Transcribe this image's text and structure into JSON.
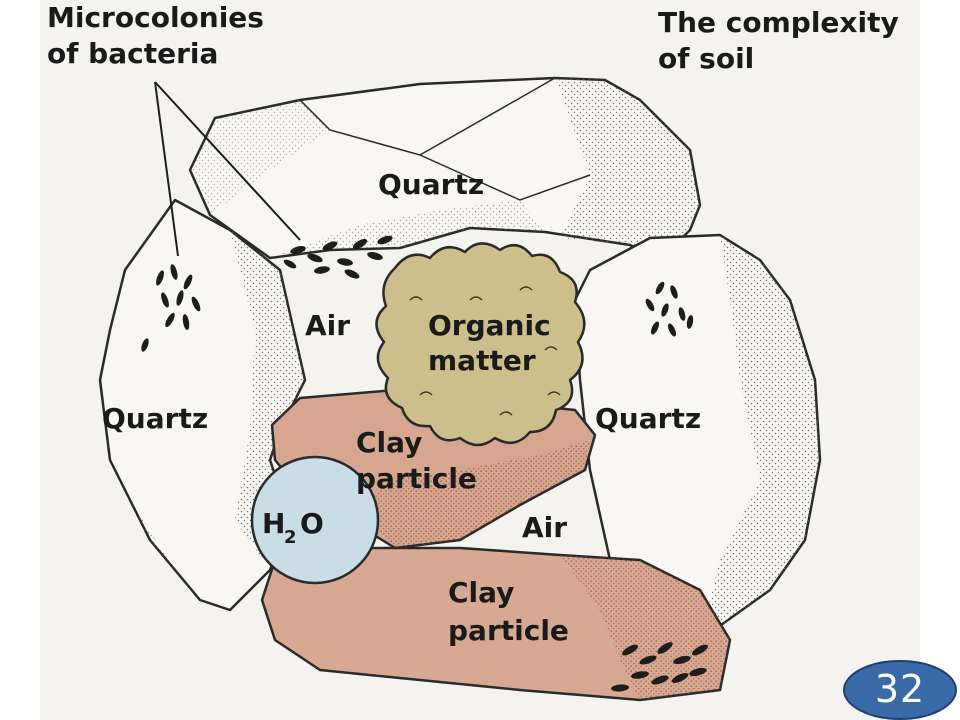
{
  "diagram": {
    "title_line1": "The complexity",
    "title_line2": "of soil",
    "callout_line1": "Microcolonies",
    "callout_line2": "of bacteria",
    "labels": {
      "quartz_top": "Quartz",
      "quartz_left": "Quartz",
      "quartz_right": "Quartz",
      "air_upper": "Air",
      "air_lower": "Air",
      "organic_line1": "Organic",
      "organic_line2": "matter",
      "clay_upper_line1": "Clay",
      "clay_upper_line2": "particle",
      "clay_lower_line1": "Clay",
      "clay_lower_line2": "particle",
      "water_h": "H",
      "water_sub": "2",
      "water_o": "O"
    }
  },
  "slide": {
    "number": "32",
    "badge_color": "#3b6aa8"
  },
  "colors": {
    "background": "#f4f3ef",
    "quartz": "#f7f6f2",
    "clay": "#d4a58e",
    "organic": "#cdbf8c",
    "water": "#c9dde6"
  }
}
